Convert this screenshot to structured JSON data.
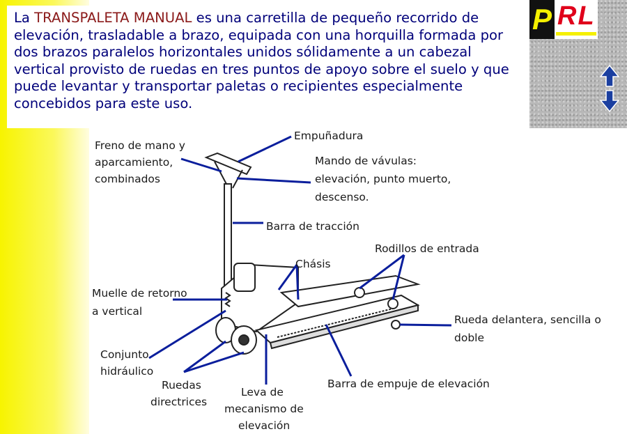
{
  "intro": {
    "before": "La ",
    "highlight": "TRANSPALETA MANUAL",
    "after": " es una carretilla de pequeño recorrido de elevación, trasladable a brazo, equipada con una horquilla formada por dos brazos paralelos horizontales unidos sólidamente a un cabezal vertical provisto de ruedas en tres puntos de apoyo sobre el suelo y que puede levantar y transportar paletas o recipientes especialmente concebidos para este uso."
  },
  "logo": {
    "letter_p": "P",
    "letters_rl": "RL"
  },
  "labels": {
    "freno_1": "Freno de mano y",
    "freno_2": "aparcamiento,",
    "freno_3": "combinados",
    "empunadura": "Empuñadura",
    "mando_1": "Mando de vávulas:",
    "mando_2": "elevación, punto muerto,",
    "mando_3": "descenso.",
    "barra_traccion": "Barra de tracción",
    "chasis": "Chásis",
    "rodillos": "Rodillos de entrada",
    "muelle_1": "Muelle de retorno",
    "muelle_2": "a vertical",
    "rueda_del_1": "Rueda delantera, sencilla o",
    "rueda_del_2": "doble",
    "conjunto_1": "Conjunto",
    "conjunto_2": "hidráulico",
    "ruedas_dir_1": "Ruedas",
    "ruedas_dir_2": "directrices",
    "leva_1": "Leva de",
    "leva_2": "mecanismo de",
    "leva_3": "elevación",
    "barra_empuje": "Barra de empuje de elevación"
  },
  "colors": {
    "text_blue": "#00007a",
    "highlight": "#8b1a1a",
    "pointer": "#0a1e9c",
    "strip": "#f7f400"
  },
  "icons": {
    "nav": "up-down-arrows-icon",
    "logo": "prl-logo"
  }
}
